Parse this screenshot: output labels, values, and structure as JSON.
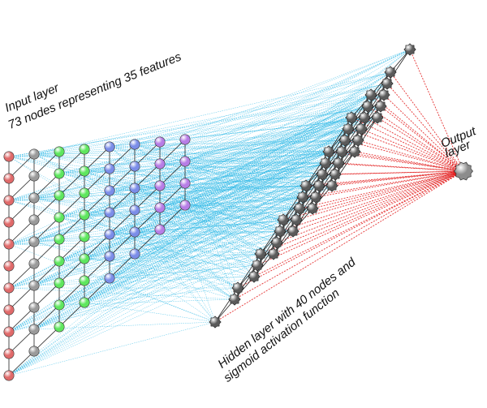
{
  "labels": {
    "input_line1": "Input layer",
    "input_line2": "73 nodes representing 35 features",
    "hidden_line1": "Hidden layer with 40 nodes and",
    "hidden_line2": "sigmoid activation function",
    "output_line1": "Output",
    "output_line2": "layer"
  },
  "layers": {
    "input": {
      "nodes": 73,
      "features": 35
    },
    "hidden": {
      "nodes": 40,
      "activation": "sigmoid"
    },
    "output": {
      "nodes": 1
    }
  },
  "colors": {
    "input_red": "#e06a6a",
    "input_grey": "#9a9a9a",
    "input_green": "#5ee65e",
    "input_blue": "#7b8de8",
    "input_purple": "#b77de6",
    "hidden_node": "#5a5a5a",
    "output_node": "#8c8c8c",
    "input_to_hidden_edges": "#2bb8e6",
    "hidden_to_output_edges": "#e01010",
    "grid_lines": "#222222"
  }
}
